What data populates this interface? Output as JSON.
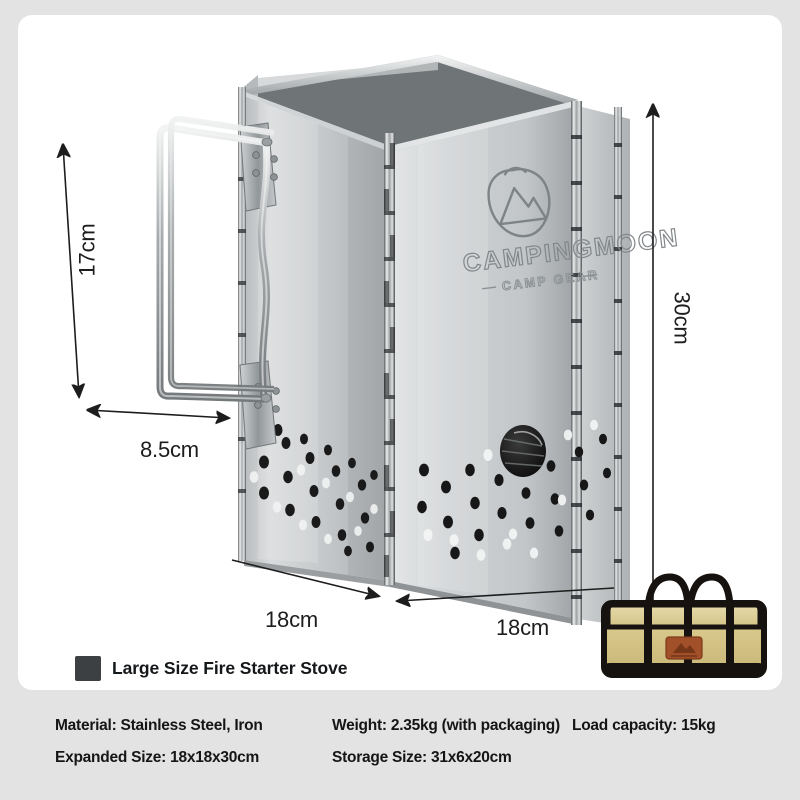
{
  "card": {
    "background_color": "#ffffff",
    "page_background_color": "#e3e3e3"
  },
  "product": {
    "brand_logo_text": "CAMPINGMOON",
    "brand_logo_subtext": "CAMP GEAR",
    "caption": "Large Size Fire Starter Stove",
    "swatch_color": "#3c4043"
  },
  "dimensions": {
    "handle_height": "17cm",
    "handle_depth": "8.5cm",
    "base_width_left": "18cm",
    "base_width_right": "18cm",
    "body_height": "30cm"
  },
  "specs": [
    {
      "label": "Material: Stainless Steel, Iron"
    },
    {
      "label": "Expanded Size: 18x18x30cm"
    },
    {
      "label": "Weight: 2.35kg (with packaging)"
    },
    {
      "label": "Storage Size: 31x6x20cm"
    },
    {
      "label": "Load capacity: 15kg"
    }
  ],
  "bag": {
    "body_color": "#d9c98a",
    "trim_color": "#15120f",
    "patch_color": "#a1502a"
  }
}
